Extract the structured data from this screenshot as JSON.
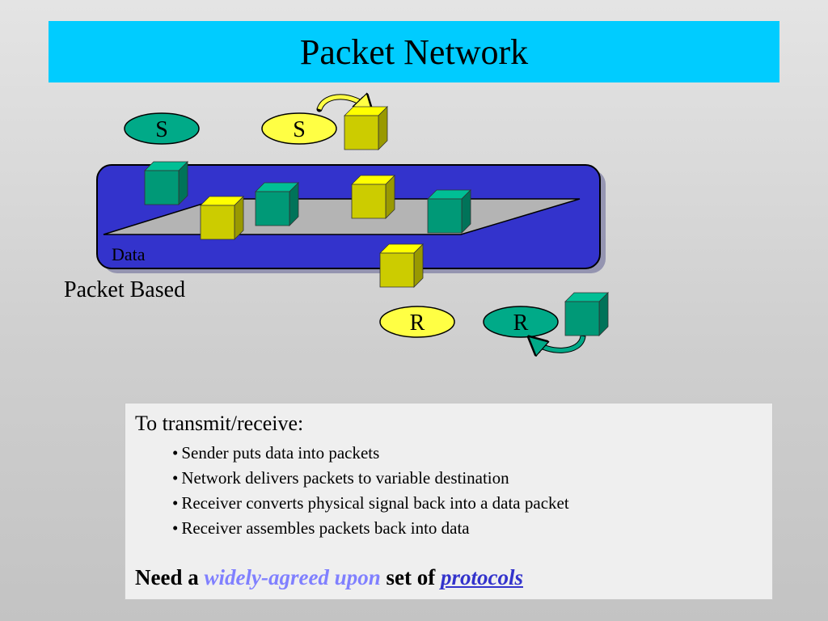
{
  "title": "Packet Network",
  "network": {
    "label": "Data",
    "caption": "Packet Based"
  },
  "nodes": {
    "sender_a": "S",
    "sender_b": "S",
    "receiver_a": "R",
    "receiver_b": "R"
  },
  "info": {
    "heading": "To transmit/receive:",
    "bullets": [
      "Sender puts data into packets",
      "Network delivers packets to variable destination",
      "Receiver converts physical signal back into a data packet",
      "Receiver assembles packets back into data"
    ],
    "conclusion": {
      "prefix": "Need a",
      "emphasis": "widely-agreed upon",
      "middle": "set of",
      "link": "protocols"
    }
  },
  "colors": {
    "title_bar": "#00ccff",
    "network": "#3333cc",
    "green_packet": "#009977",
    "yellow_packet": "#cccc00",
    "arrow_yellow": "#ffff44",
    "arrow_green": "#00aa88"
  }
}
